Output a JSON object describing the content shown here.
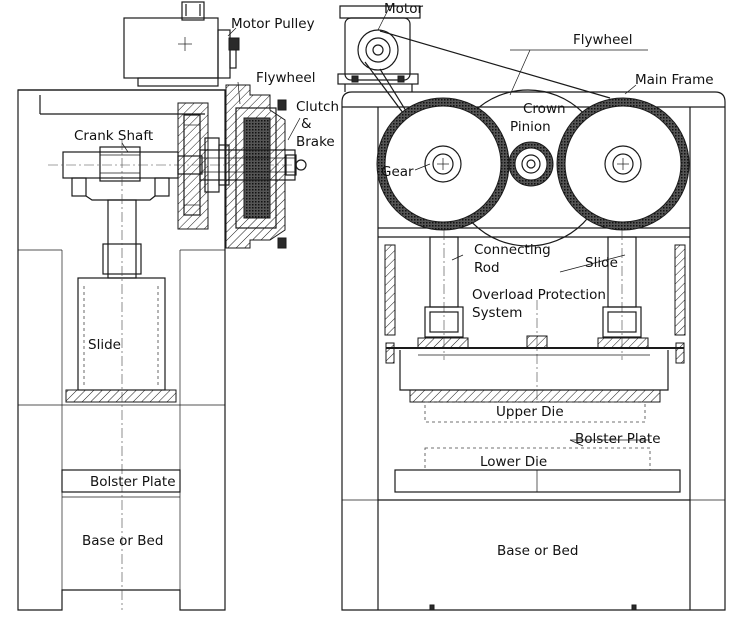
{
  "left_view": {
    "labels": {
      "motor_pulley": "Motor Pulley",
      "flywheel": "Flywheel",
      "clutch": "Clutch",
      "amp": "&",
      "brake": "Brake",
      "crank_shaft": "Crank Shaft",
      "slide": "Slide",
      "bolster_plate": "Bolster Plate",
      "base_or_bed": "Base or Bed"
    }
  },
  "right_view": {
    "labels": {
      "motor": "Motor",
      "flywheel": "Flywheel",
      "main_frame": "Main Frame",
      "crown": "Crown",
      "pinion": "Pinion",
      "gear": "Gear",
      "connecting": "Connecting",
      "rod": "Rod",
      "slide": "Slide",
      "overload_protection": "Overload Protection",
      "system": "System",
      "upper_die": "Upper Die",
      "bolster_plate": "Bolster Plate",
      "lower_die": "Lower Die",
      "base_or_bed": "Base or Bed"
    }
  }
}
